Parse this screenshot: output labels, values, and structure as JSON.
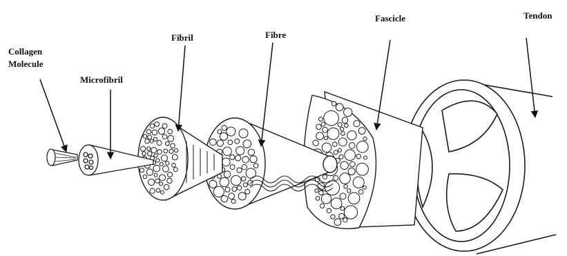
{
  "labels": {
    "collagen_line1": "Collagen",
    "collagen_line2": "Molecule",
    "microfibril": "Microfibril",
    "fibril": "Fibril",
    "fibre": "Fibre",
    "fascicle": "Fascicle",
    "tendon": "Tendon"
  },
  "colors": {
    "stroke": "#1a1a1a",
    "fill": "#ffffff"
  }
}
